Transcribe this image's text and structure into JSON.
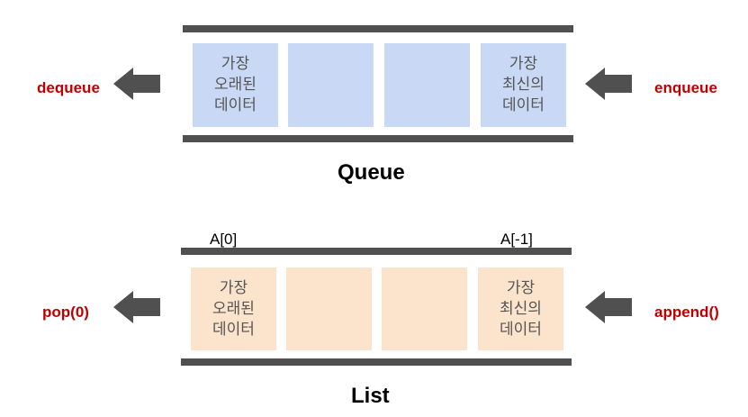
{
  "queue": {
    "title": "Queue",
    "left_op": "dequeue",
    "right_op": "enqueue",
    "cells": [
      "가장\n오래된\n데이터",
      "",
      "",
      "가장\n최신의\n데이터"
    ]
  },
  "list": {
    "title": "List",
    "left_op": "pop(0)",
    "right_op": "append()",
    "first_index": "A[0]",
    "last_index": "A[-1]",
    "cells": [
      "가장\n오래된\n데이터",
      "",
      "",
      "가장\n최신의\n데이터"
    ]
  },
  "colors": {
    "queue_cell": "#c9d9f5",
    "list_cell": "#fbe4cb",
    "operation_text": "#c00000",
    "bar": "#505050",
    "arrow": "#505050"
  }
}
